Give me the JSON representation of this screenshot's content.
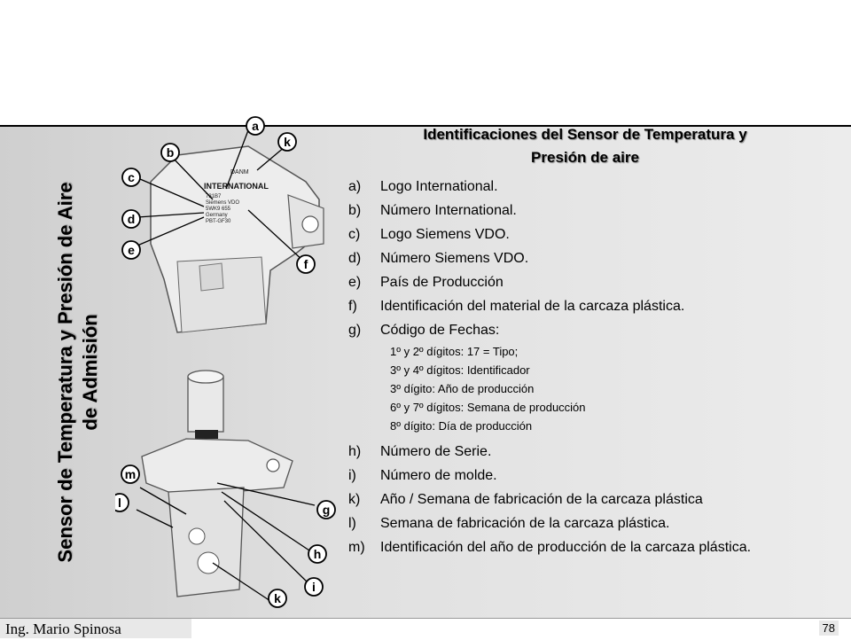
{
  "slide": {
    "vertical_title_line1": "Sensor de Temperatura y Presión de Aire",
    "vertical_title_line2": "de Admisión",
    "heading_line1": "Identificaciones del Sensor de Temperatura y",
    "heading_line2": "Presión de aire",
    "items": [
      {
        "marker": "a)",
        "text": "Logo International."
      },
      {
        "marker": "b)",
        "text": "Número International."
      },
      {
        "marker": "c)",
        "text": "Logo Siemens VDO."
      },
      {
        "marker": "d)",
        "text": "Número Siemens VDO."
      },
      {
        "marker": "e)",
        "text": "País de Producción"
      },
      {
        "marker": "f)",
        "text": "Identificación del material de la carcaza plástica."
      },
      {
        "marker": "g)",
        "text": "Código de Fechas:"
      }
    ],
    "subitems": [
      "1º y 2º dígitos: 17 = Tipo;",
      "3º y 4º dígitos: Identificador",
      "3º dígito: Año de producción",
      "6º y 7º dígitos: Semana de producción",
      "8º dígito: Día de producción"
    ],
    "items2": [
      {
        "marker": "h)",
        "text": "Número de Serie."
      },
      {
        "marker": "i)",
        "text": "Número de molde."
      },
      {
        "marker": "k)",
        "text": "Año / Semana de fabricación de la carcaza plástica"
      },
      {
        "marker": "l)",
        "text": "Semana de fabricación de la carcaza plástica."
      },
      {
        "marker": "m)",
        "text": "Identificación del año de producción de la carcaza plástica."
      }
    ],
    "figure_callouts": [
      "a",
      "b",
      "c",
      "d",
      "e",
      "f",
      "g",
      "h",
      "i",
      "k",
      "l",
      "m",
      "k"
    ],
    "label_text": {
      "brand": "INTERNATIONAL",
      "l1": "731B7",
      "l2": "Siemens VDO",
      "l3": "5WK9 655",
      "l4": "Germany",
      "l5": "PBT-GF30",
      "mark": "DANM"
    }
  },
  "footer": {
    "author": "Ing. Mario Spinosa",
    "page": "78"
  }
}
